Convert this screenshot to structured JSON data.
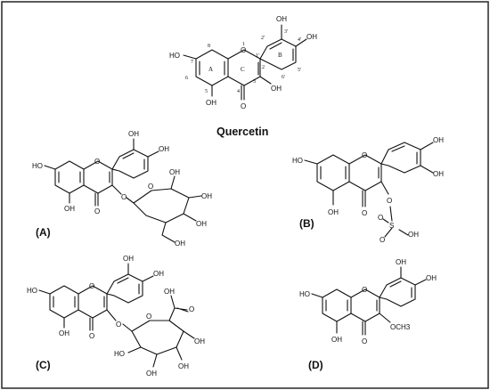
{
  "title": "Quercetin",
  "panels": [
    {
      "id": "A",
      "label": "(A)"
    },
    {
      "id": "B",
      "label": "(B)"
    },
    {
      "id": "C",
      "label": "(C)"
    },
    {
      "id": "D",
      "label": "(D)"
    }
  ],
  "rings": {
    "A": "A",
    "B": "B",
    "C": "C"
  },
  "positions": [
    "1",
    "2",
    "3",
    "4",
    "5",
    "6",
    "7",
    "8",
    "1'",
    "2'",
    "3'",
    "4'",
    "5'",
    "6'"
  ],
  "atoms": {
    "oh": "OH",
    "ho": "HO",
    "o": "O",
    "s": "S",
    "och3": "OCH3"
  }
}
